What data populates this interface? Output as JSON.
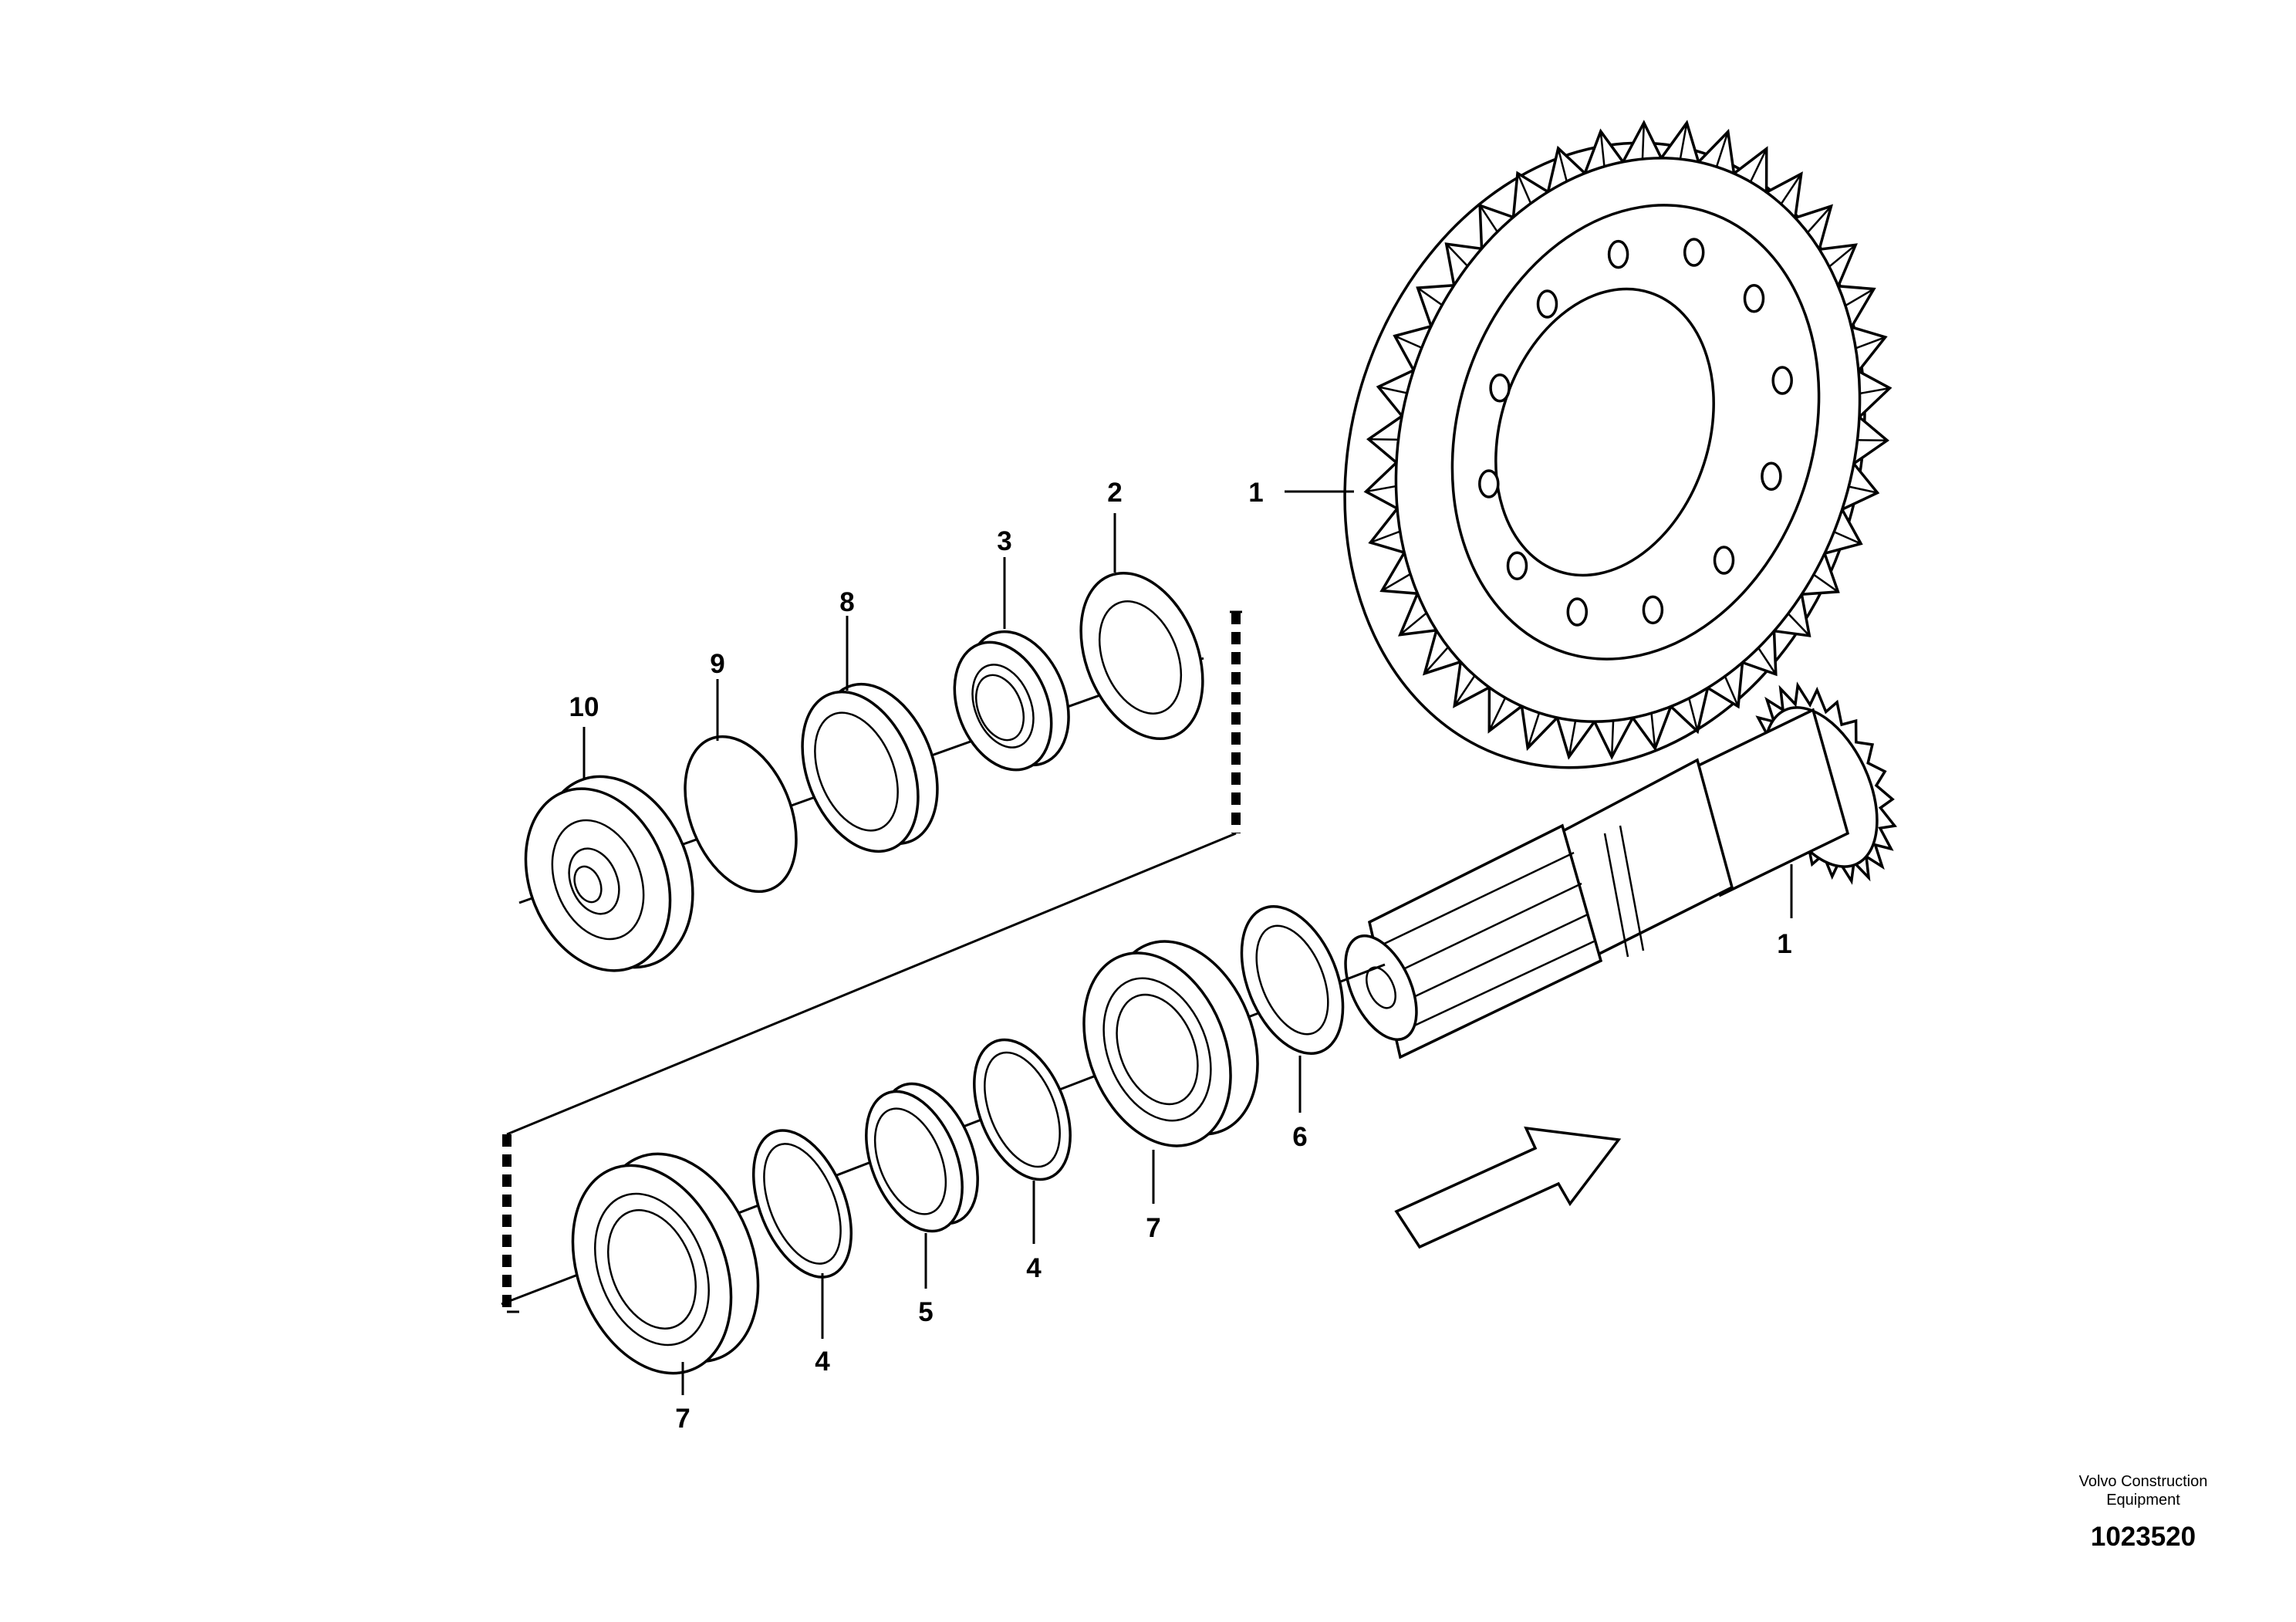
{
  "callouts": [
    "1",
    "1",
    "2",
    "3",
    "8",
    "9",
    "10",
    "6",
    "7",
    "4",
    "5",
    "4",
    "7"
  ],
  "footer": {
    "brand": "Volvo Construction Equipment",
    "code": "1023520"
  }
}
